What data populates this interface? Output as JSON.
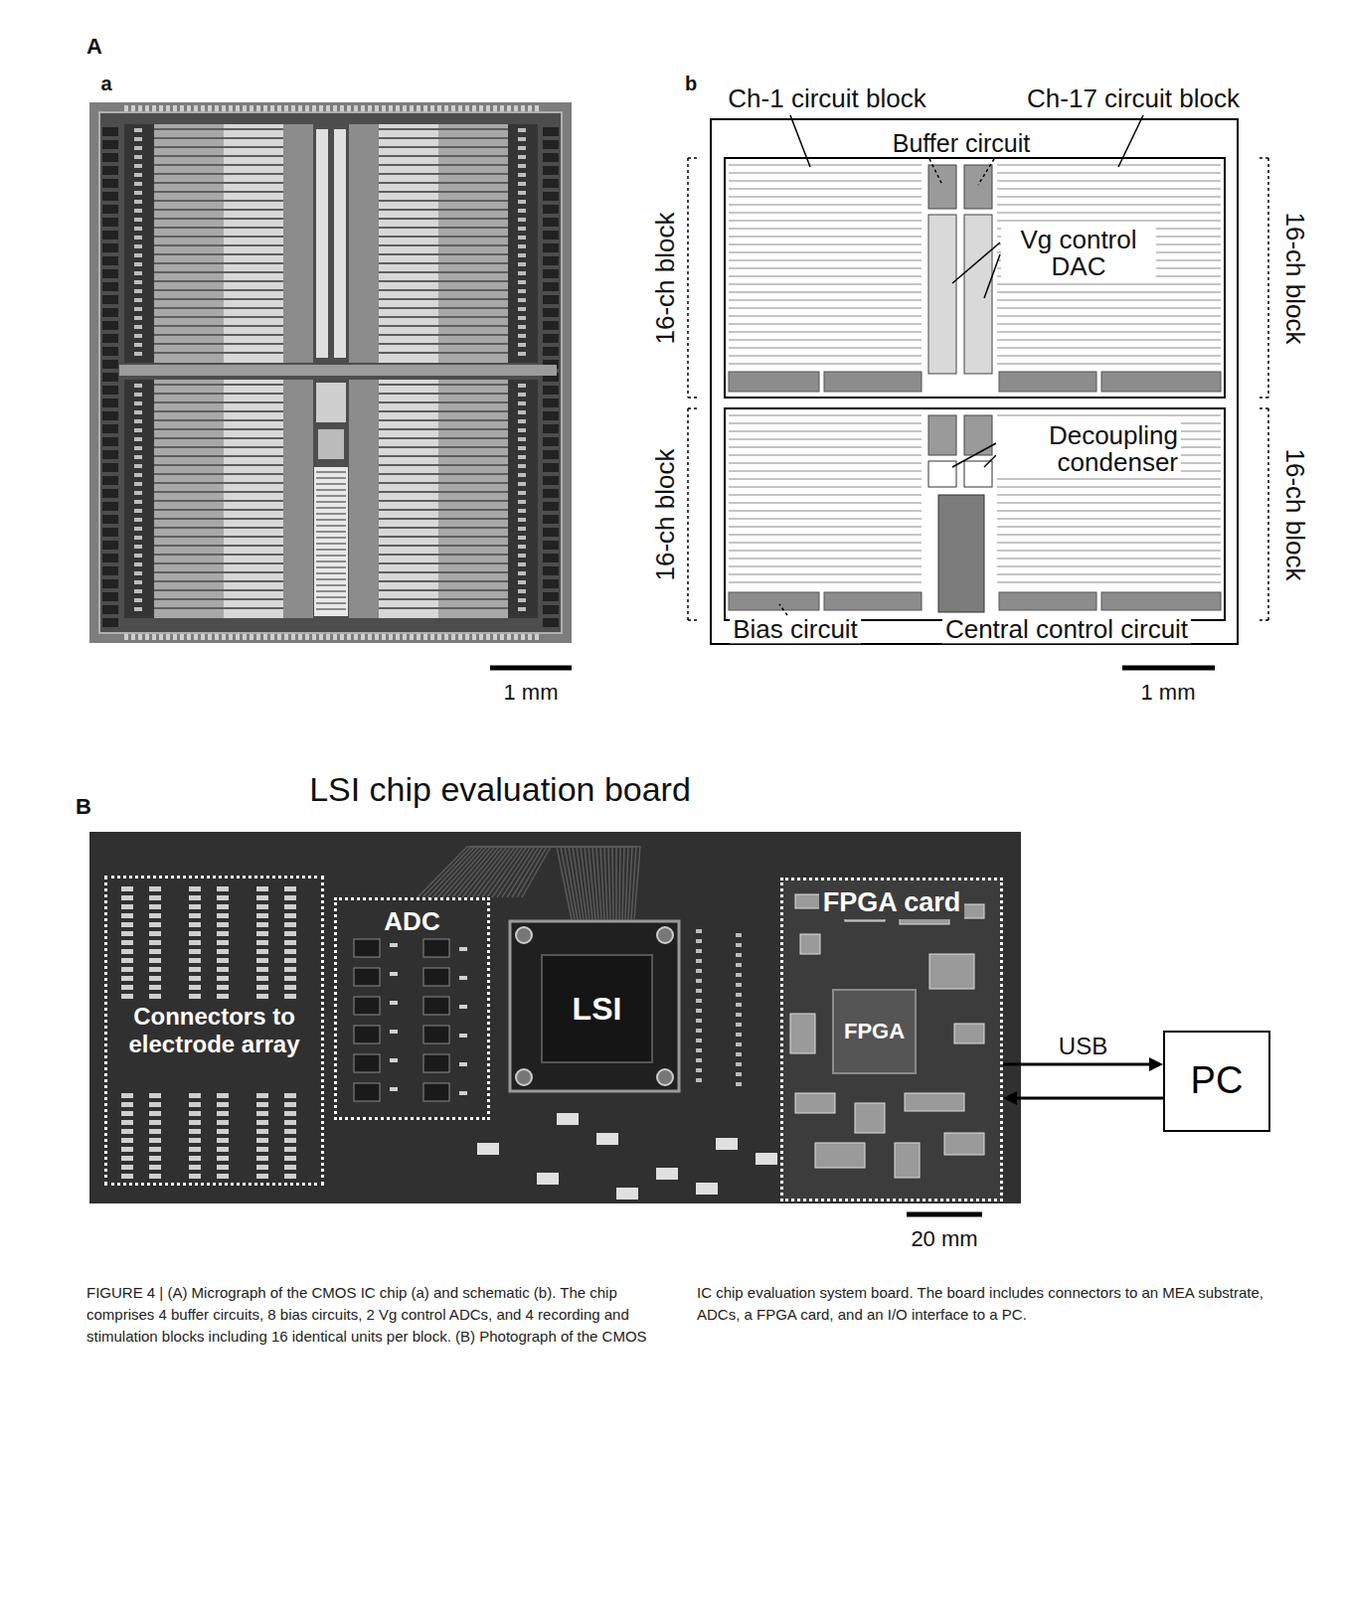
{
  "diagram": {
    "title": "LSI chip evaluation board",
    "caption": "FIGURE 4 | (A) Micrograph of the CMOS IC chip (a) and schematic (b). The chip comprises 4 buffer circuits, 8 bias circuits, 2 Vg control ADCs, and 4 recording and stimulation blocks including 16 identical units per block. (B) Photograph of the CMOS IC chip evaluation system board. The board includes connectors to an MEA substrate, ADCs, a FPGA card, and an I/O interface to a PC.",
    "nodes": [
      {
        "text": [
          "Connectors to electrode array"
        ]
      },
      {
        "text": [
          "ADC"
        ]
      },
      {
        "text": [
          "LSI"
        ]
      },
      {
        "text": [
          "FPGA card"
        ]
      },
      {
        "text": [
          "FPGA"
        ],
        "in": 3
      },
      {
        "text": [
          "PC"
        ]
      }
    ],
    "edges": [
      {
        "from": 3,
        "to": 5,
        "arrow": "to",
        "label": "USB"
      },
      {
        "from": 5,
        "to": 3,
        "arrow": "to"
      }
    ],
    "labels": [
      "A",
      "a",
      "b",
      "Ch-1 circuit block",
      "Ch-17 circuit block",
      "Buffer circuit",
      "Vg control DAC",
      "16-ch block",
      "16-ch block",
      "16-ch block",
      "16-ch block",
      "Decoupling condenser",
      "Bias circuit",
      "Central control circuit",
      "1 mm",
      "1 mm",
      "B",
      "20 mm"
    ]
  }
}
